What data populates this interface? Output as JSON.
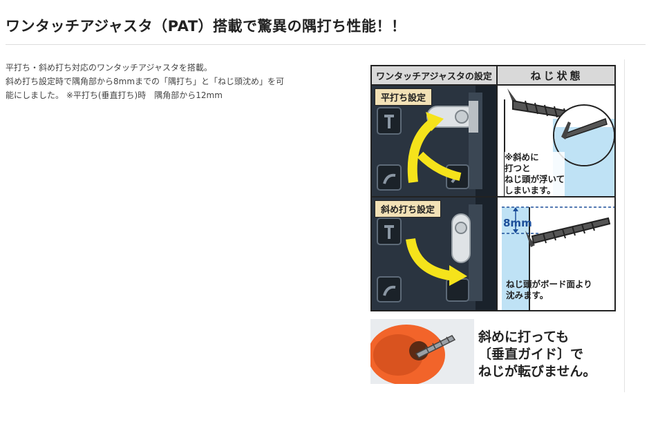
{
  "heading": "ワンタッチアジャスタ（PAT）搭載で驚異の隅打ち性能！！",
  "description": {
    "line1": "平打ち・斜め打ち対応のワンタッチアジャスタを搭載。",
    "line2": "斜め打ち設定時で隅角部から8mmまでの「隅打ち」と「ねじ頭沈め」を可",
    "line3": "能にしました。 ※平打ち(垂直打ち)時　隅角部から12mm"
  },
  "figure": {
    "header_left": "ワンタッチアジャスタの設定",
    "header_right": "ねじ状態",
    "flat_label": "平打ち設定",
    "angled_label": "斜め打ち設定",
    "flat_note": [
      "※斜めに",
      "打つと",
      "ねじ頭が浮いて",
      "しまいます。"
    ],
    "mm_label": "8mm",
    "angled_note": [
      "ねじ頭がボード面より",
      "沈みます。"
    ]
  },
  "photo2": {
    "slogan": [
      "斜めに打っても",
      "〔垂直ガイド〕で",
      "ねじが転びません。"
    ]
  },
  "colors": {
    "arrow_yellow": "#f5e31b",
    "guide_orange": "#f2642a",
    "board_blue": "#bfe2f5",
    "label_beige": "#f2e1b6",
    "dim_blue": "#1d4f9a"
  }
}
